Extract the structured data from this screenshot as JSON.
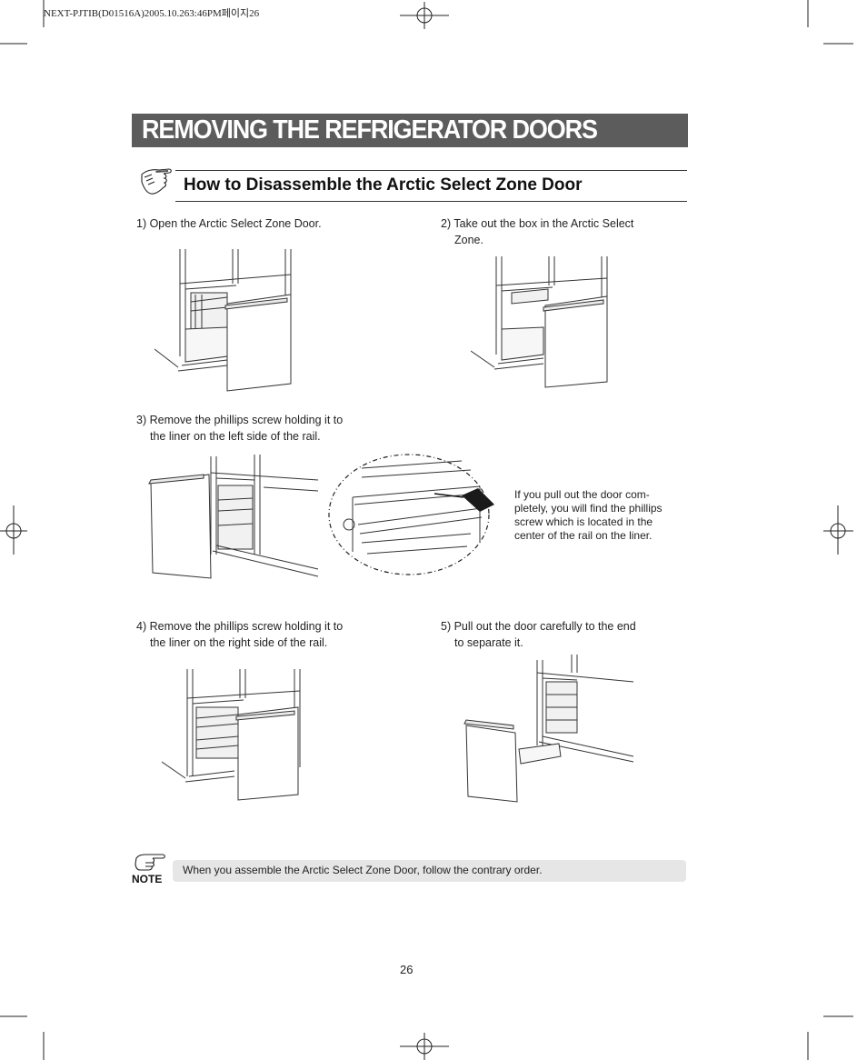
{
  "print_header": "NEXT-PJTIB(D01516A)2005.10.263:46PM페이지26",
  "page_title": "REMOVING THE REFRIGERATOR DOORS",
  "section_title": "How to Disassemble the Arctic Select Zone Door",
  "steps": [
    {
      "line1": "1) Open the Arctic Select Zone Door.",
      "line2": ""
    },
    {
      "line1": "2) Take out the box in the Arctic Select",
      "line2": "Zone."
    },
    {
      "line1": "3) Remove the phillips screw holding it to",
      "line2": "the liner on the left side of the rail."
    },
    {
      "line1": "4) Remove the phillips screw holding it to",
      "line2": "the liner on the right side of the rail."
    },
    {
      "line1": "5) Pull out the door carefully to the end",
      "line2": "to separate it."
    }
  ],
  "callout": "If you pull out the door com-pletely, you will find the phillips screw  which is located in the center of the rail on the liner.",
  "note": {
    "label": "NOTE",
    "text": "When you assemble the Arctic Select Zone Door, follow the contrary order."
  },
  "page_number": "26",
  "icons": {
    "section": "pointing-hand-icon",
    "note": "note-hand-icon"
  }
}
